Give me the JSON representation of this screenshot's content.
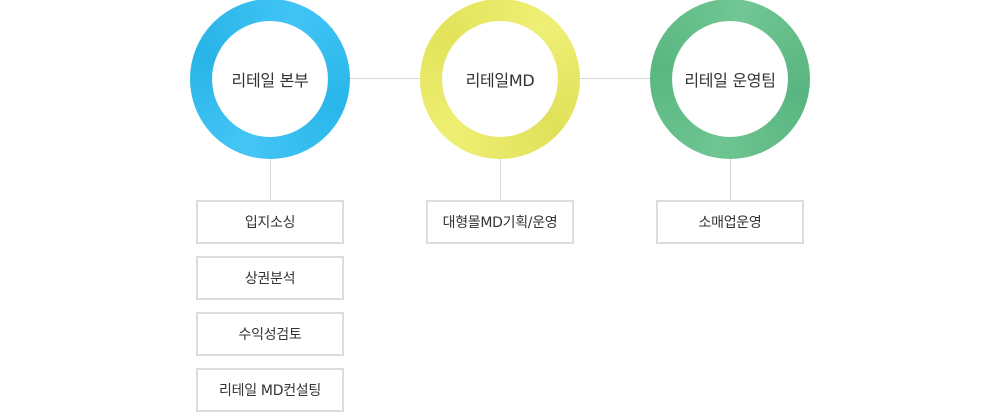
{
  "colors": {
    "ring_blue": "#2bbef4",
    "ring_yellow": "#eced5f",
    "ring_green": "#5ebf86",
    "connector": "#d6d6d6",
    "box_border": "#dcdcdc"
  },
  "hubs": [
    {
      "label": "리테일 본부",
      "items": [
        "입지소싱",
        "상권분석",
        "수익성검토",
        "리테일 MD컨설팅"
      ]
    },
    {
      "label": "리테일MD",
      "items": [
        "대형몰MD기획/운영"
      ]
    },
    {
      "label": "리테일 운영팀",
      "items": [
        "소매업운영"
      ]
    }
  ]
}
